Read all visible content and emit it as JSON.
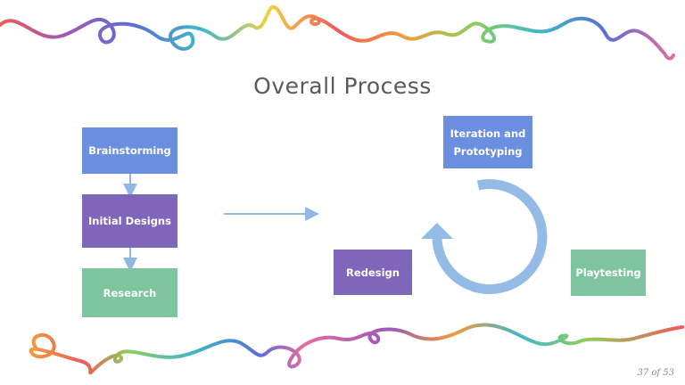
{
  "slide": {
    "title": "Overall Process",
    "page_number": "37 of 53"
  },
  "linear_steps": [
    {
      "label": "Brainstorming",
      "color": "#6a8fe0"
    },
    {
      "label": "Initial Designs",
      "color": "#8066bb"
    },
    {
      "label": "Research",
      "color": "#7dc59e"
    }
  ],
  "cycle_steps": [
    {
      "label": "Iteration and Prototyping",
      "color": "#6a8fe0"
    },
    {
      "label": "Playtesting",
      "color": "#7dc59e"
    },
    {
      "label": "Redesign",
      "color": "#8066bb"
    }
  ],
  "colors": {
    "arrow": "#8fb8e6",
    "title": "#595959",
    "squiggle": [
      "#ef5b5b",
      "#f29b3a",
      "#f4d03f",
      "#8bcf5a",
      "#3fb8c9",
      "#5b6fd6",
      "#9b59b6",
      "#e56ba3"
    ]
  }
}
